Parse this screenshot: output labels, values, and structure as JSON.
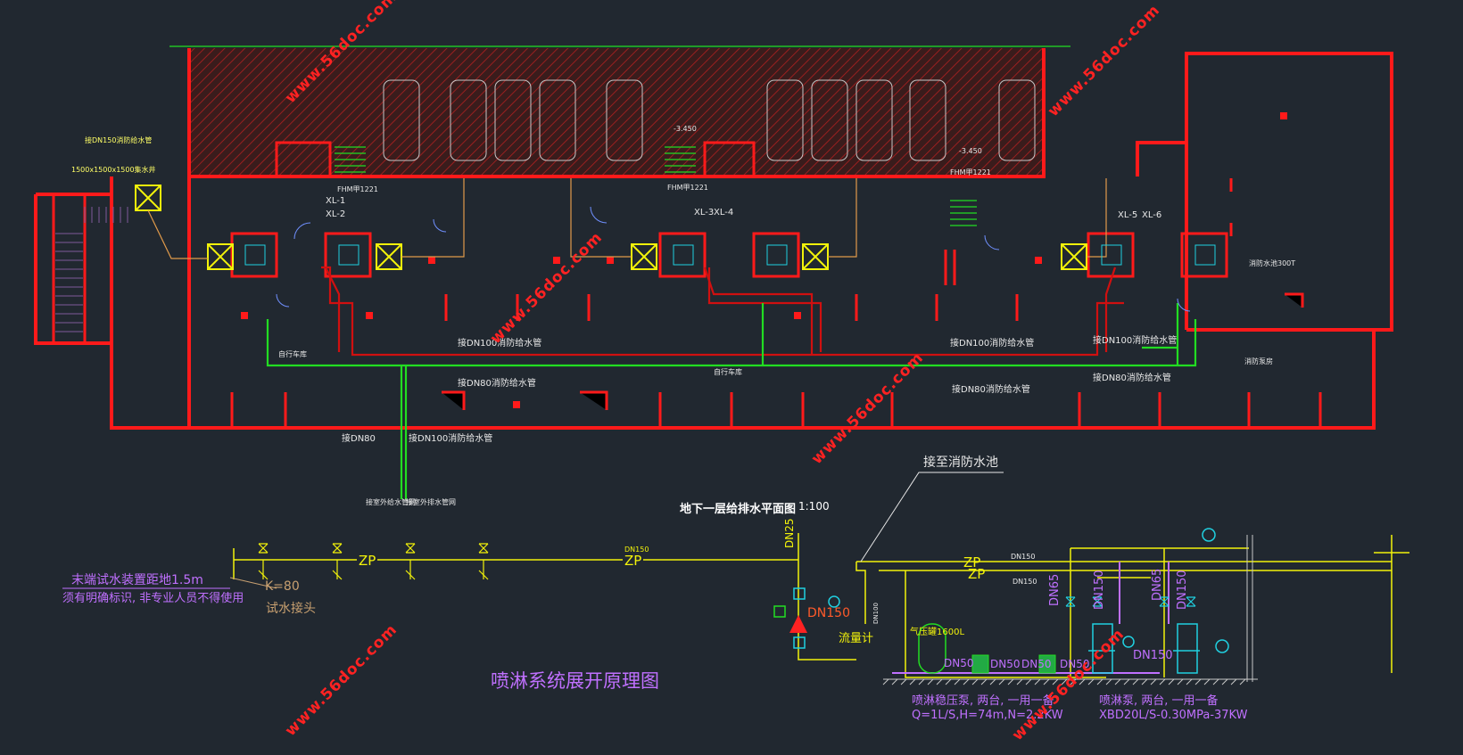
{
  "watermark": "www.56doc.com",
  "plan": {
    "title": "地下一层给排水平面图",
    "scale": "1:100",
    "labels": {
      "top_left_1": "接DN150消防给水管",
      "top_left_2": "1500x1500x1500集水井",
      "xl1": "XL-1",
      "xl2": "XL-2",
      "xl3": "XL-3",
      "xl4": "XL-4",
      "xl5": "XL-5",
      "xl6": "XL-6",
      "fhm1": "FHM甲1221",
      "fhm2": "FHM甲1221",
      "fhm3": "FHM甲1221",
      "elev1": "-3.450",
      "elev2": "-3.450",
      "dn100_a": "接DN100消防给水管",
      "dn100_b": "接DN100消防给水管",
      "dn100_c": "接DN100消防给水管",
      "dn80_a": "接DN80消防给水管",
      "dn80_b": "接DN80消防给水管",
      "dn80_c": "接DN80消防给水管",
      "dn80_bottom": "接DN80",
      "dn100_bottom": "接DN100消防给水管",
      "fire_pool": "消防水池300T",
      "pump_room": "消防泵房",
      "outlet_a": "接室外给水管网",
      "outlet_b": "接室外排水管网",
      "room_1": "自行车库",
      "room_2": "自行车库"
    }
  },
  "schematic": {
    "title": "喷淋系统展开原理图",
    "note_line1": "末端试水装置距地1.5m",
    "note_line2": "须有明确标识, 非专业人员不得使用",
    "k_value": "K=80",
    "test_joint": "试水接头",
    "zp_1": "ZP",
    "zp_2": "ZP",
    "zp_3": "ZP",
    "zp_4": "ZP",
    "dn150_top": "DN150",
    "dn25": "DN25",
    "dn150_valve": "DN150",
    "flowmeter": "流量计",
    "connect_pool": "接至消防水池",
    "tank": "气压罐1600L",
    "dn50_1": "DN50",
    "dn50_2": "DN50",
    "dn50_3": "DN50",
    "dn50_4": "DN50",
    "dn65_1": "DN65",
    "dn150_v1": "DN150",
    "dn65_2": "DN65",
    "dn150_v2": "DN150",
    "dn150_pump": "DN150",
    "dn150_h1": "DN150",
    "dn150_h2": "DN150",
    "dn100_small": "DN100",
    "pump1_line1": "喷淋稳压泵, 两台, 一用一备",
    "pump1_line2": "Q=1L/S,H=74m,N=2.2KW",
    "pump2_line1": "喷淋泵, 两台, 一用一备",
    "pump2_line2": "XBD20L/S-0.30MPa-37KW"
  },
  "colors": {
    "background": "#212830",
    "wall": "#ff1a1a",
    "pipe_green": "#22dd22",
    "pipe_yellow": "#f2f20a",
    "pipe_red": "#d01010",
    "purple_text": "#c070ff",
    "cyan": "#20d0e0"
  }
}
